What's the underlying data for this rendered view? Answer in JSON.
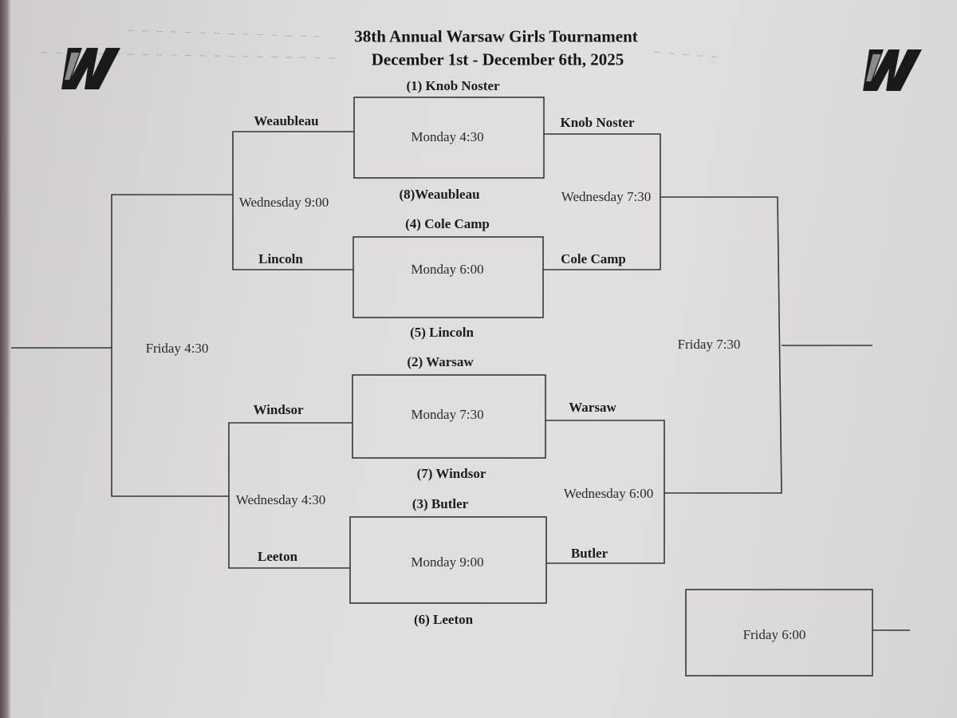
{
  "header": {
    "title": "38th Annual Warsaw Girls Tournament",
    "dates": "December 1st  - December 6th, 2025"
  },
  "logo": {
    "letter": "W",
    "color": "#1a1a1a",
    "icon": "w-logo-icon"
  },
  "monday_games": [
    {
      "top_seed": "(1) Knob Noster",
      "time": "Monday 4:30",
      "bottom_seed": "(8)Weaubleau"
    },
    {
      "top_seed": "(4) Cole Camp",
      "time": "Monday 6:00",
      "bottom_seed": "(5) Lincoln"
    },
    {
      "top_seed": "(2) Warsaw",
      "time": "Monday 7:30",
      "bottom_seed": "(7) Windsor"
    },
    {
      "top_seed": "(3) Butler",
      "time": "Monday 9:00",
      "bottom_seed": "(6) Leeton"
    }
  ],
  "left_bracket": {
    "line1": "Weaubleau",
    "line2": "Lincoln",
    "line3": "Windsor",
    "line4": "Leeton",
    "game_top": "Wednesday 9:00",
    "game_bottom": "Wednesday 4:30",
    "final": "Friday 4:30"
  },
  "right_bracket": {
    "line1": "Knob Noster",
    "line2": "Cole Camp",
    "line3": "Warsaw",
    "line4": "Butler",
    "game_top": "Wednesday 7:30",
    "game_bottom": "Wednesday 6:00",
    "final": "Friday 7:30"
  },
  "third_game": {
    "time": "Friday 6:00"
  },
  "colors": {
    "ink": "#1c1c1c",
    "line": "#2f3a3a"
  }
}
